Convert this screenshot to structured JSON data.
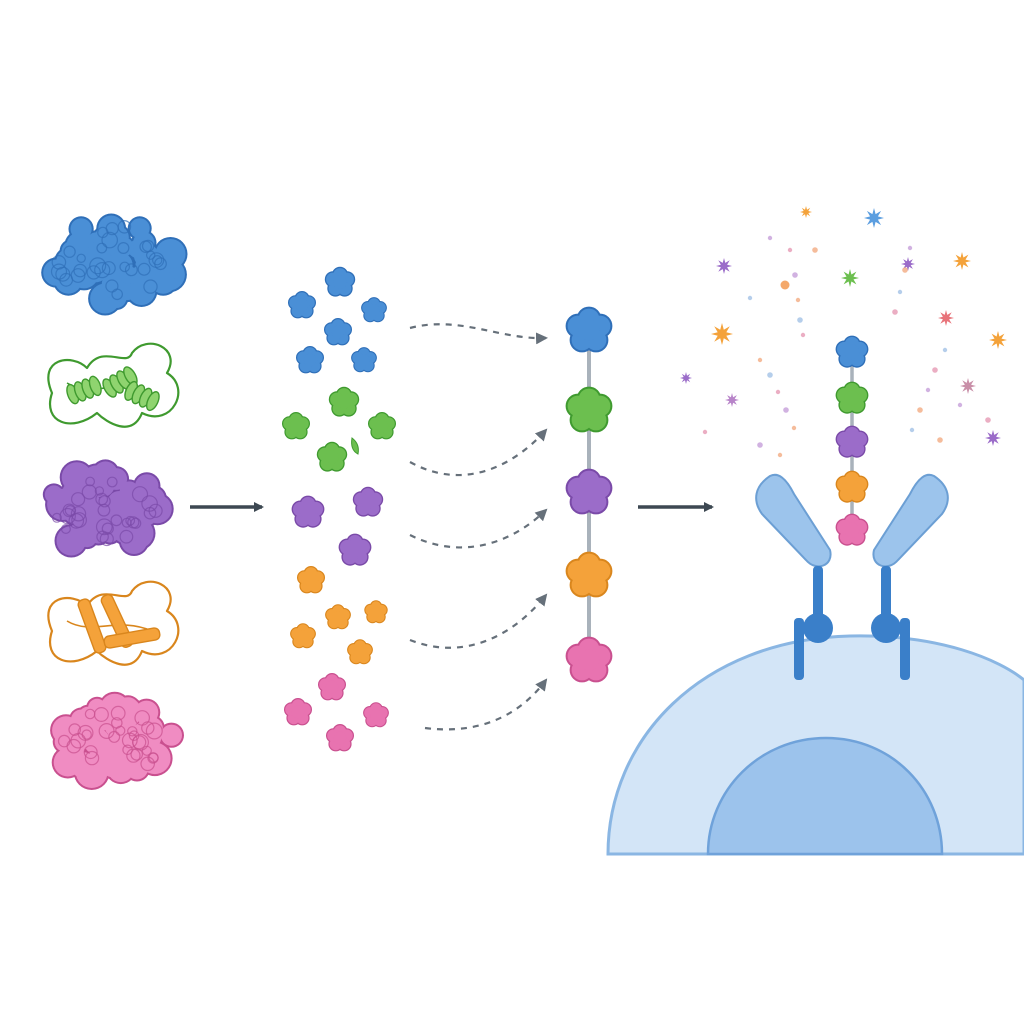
{
  "colors": {
    "background": "#ffffff",
    "blue": "#4a8fd6",
    "blue_dark": "#2f6fb8",
    "green": "#6cbf4f",
    "green_dark": "#3f9a2f",
    "purple": "#9b6cc9",
    "purple_dark": "#7a4aa8",
    "orange": "#f4a23a",
    "orange_dark": "#d9861d",
    "pink": "#e873b0",
    "pink_dark": "#c9508f",
    "arrow": "#3d4852",
    "dashed_arrow": "#66707a",
    "linker": "#a9b2bb",
    "cell_membrane": "#8ab6e3",
    "cell_fill": "#d3e5f7",
    "nucleus_fill": "#9cc3ec",
    "receptor_light": "#9cc4ec",
    "receptor_dark": "#3a7fc9"
  },
  "diagram": {
    "stages": [
      {
        "name": "source-proteins",
        "kind": "globular and ribbon structures",
        "colors": [
          "blue",
          "green",
          "purple",
          "orange",
          "pink"
        ]
      },
      {
        "name": "peptide-fragments",
        "kind": "scattered fragments",
        "colors": [
          "blue",
          "green",
          "purple",
          "orange",
          "pink"
        ]
      },
      {
        "name": "fusion-construct",
        "kind": "linked domains on a chain",
        "order": [
          "blue",
          "green",
          "purple",
          "orange",
          "pink"
        ]
      },
      {
        "name": "receptor-cell",
        "kind": "cell with two receptors and signaling burst"
      }
    ],
    "icons": [
      "arrow-right-icon",
      "dashed-curved-arrow-icon",
      "sparkle-icon"
    ]
  }
}
